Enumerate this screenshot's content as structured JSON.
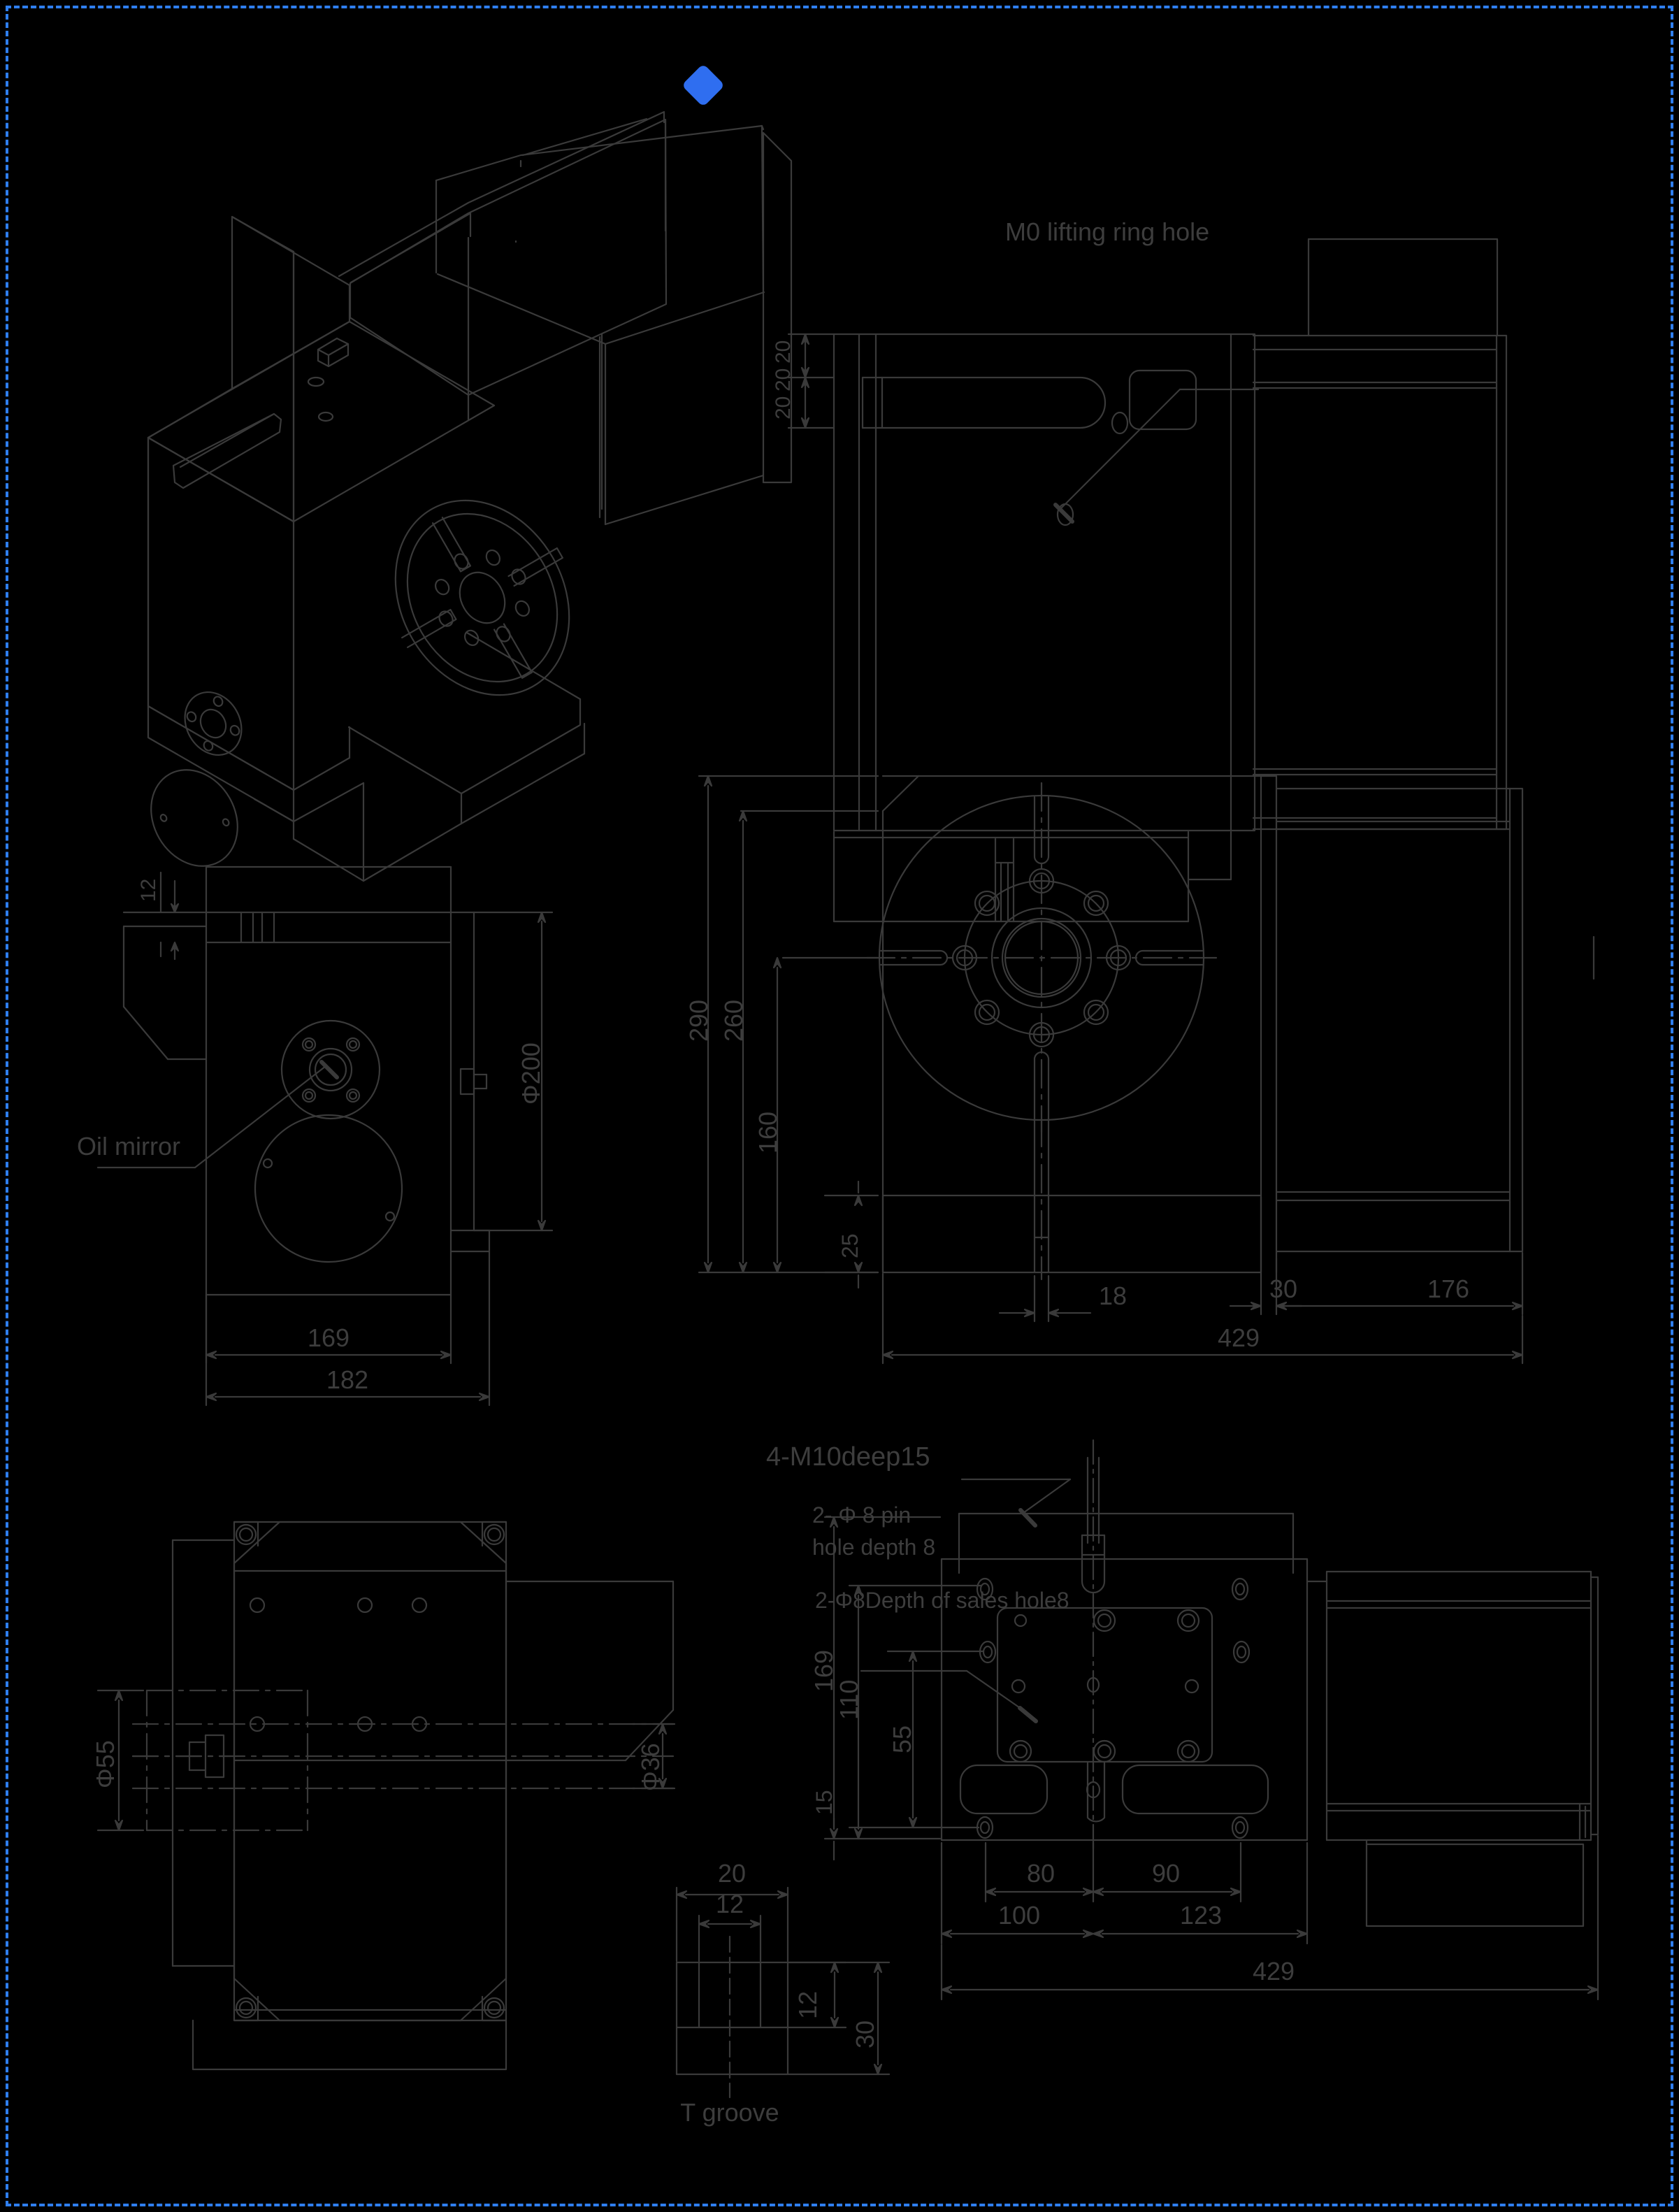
{
  "sheet": {
    "background": "#000000",
    "line_color": "#3a3a3a",
    "text_color": "#3d3d3d",
    "border_color": "#2f7ff0",
    "logo": {
      "name": "blue-diamond-logo",
      "color": "#2f6ef0"
    }
  },
  "views": {
    "isometric": {
      "name": "isometric-view",
      "label": ""
    },
    "top_right": {
      "name": "front-elevation-view",
      "label": ""
    },
    "mid_left": {
      "name": "left-side-view",
      "label": ""
    },
    "mid_right": {
      "name": "face-plate-view",
      "label": ""
    },
    "bottom_left": {
      "name": "bottom-plan-view",
      "label": ""
    },
    "bottom_right": {
      "name": "top-plan-view",
      "label": ""
    },
    "t_groove": {
      "name": "t-groove-detail-view",
      "label": "T groove"
    }
  },
  "annotations": {
    "lifting_ring": "M0 lifting ring hole",
    "oil_mirror": "Oil mirror",
    "m10_deep15": "4-M10deep15",
    "pin_hole_line1": "2- Φ 8 pin",
    "pin_hole_line2": "hole depth 8",
    "sales_hole": "2-Φ8Depth of sales hole8",
    "t_groove": "T groove"
  },
  "dimensions": {
    "top_right": {
      "d20a": "20",
      "d20b": "20",
      "d20c": "20"
    },
    "mid_left": {
      "d12": "12",
      "phi200": "Φ200",
      "d169": "169",
      "d182": "182"
    },
    "mid_right": {
      "d290": "290",
      "d260": "260",
      "d160": "160",
      "d25": "25",
      "d18": "18",
      "d30": "30",
      "d176": "176",
      "d429": "429"
    },
    "bottom_left": {
      "phi55": "Φ55",
      "phi36": "Φ36"
    },
    "bottom_right": {
      "d169": "169",
      "d110": "110",
      "d55": "55",
      "d15": "15",
      "d80": "80",
      "d90": "90",
      "d100": "100",
      "d123": "123",
      "d429": "429"
    },
    "t_groove": {
      "w20": "20",
      "w12": "12",
      "h12": "12",
      "h30": "30"
    }
  }
}
